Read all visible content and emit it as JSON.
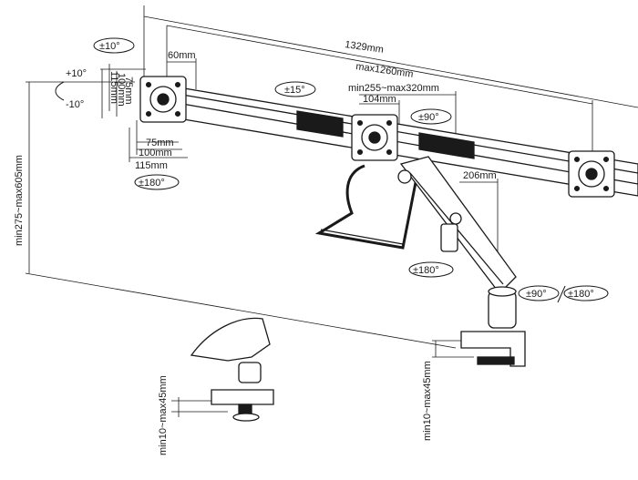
{
  "dimensions": {
    "overall_width": "1329mm",
    "bar_max_width": "max1260mm",
    "hole_offset_60": "60mm",
    "vesa_75_v": "75mm",
    "vesa_100_v": "100mm",
    "vesa_115_v": "115mm",
    "vesa_75_h": "75mm",
    "vesa_100_h": "100mm",
    "vesa_115_h": "115mm",
    "arm_reach": "min255~max320mm",
    "arm_104": "104mm",
    "arm_206": "206mm",
    "height_range": "min275~max605mm",
    "desk_thickness_main": "min10~max45mm",
    "desk_thickness_grommet": "min10~max45mm"
  },
  "rotations": {
    "head_swivel": "±10°",
    "tilt_up": "+10°",
    "tilt_down": "-10°",
    "bar_tilt": "±15°",
    "head_rotate": "±180°",
    "center_swivel": "±90°",
    "elbow_rotate": "±180°",
    "base_swivel_90": "±90°",
    "base_swivel_180": "±180°"
  }
}
